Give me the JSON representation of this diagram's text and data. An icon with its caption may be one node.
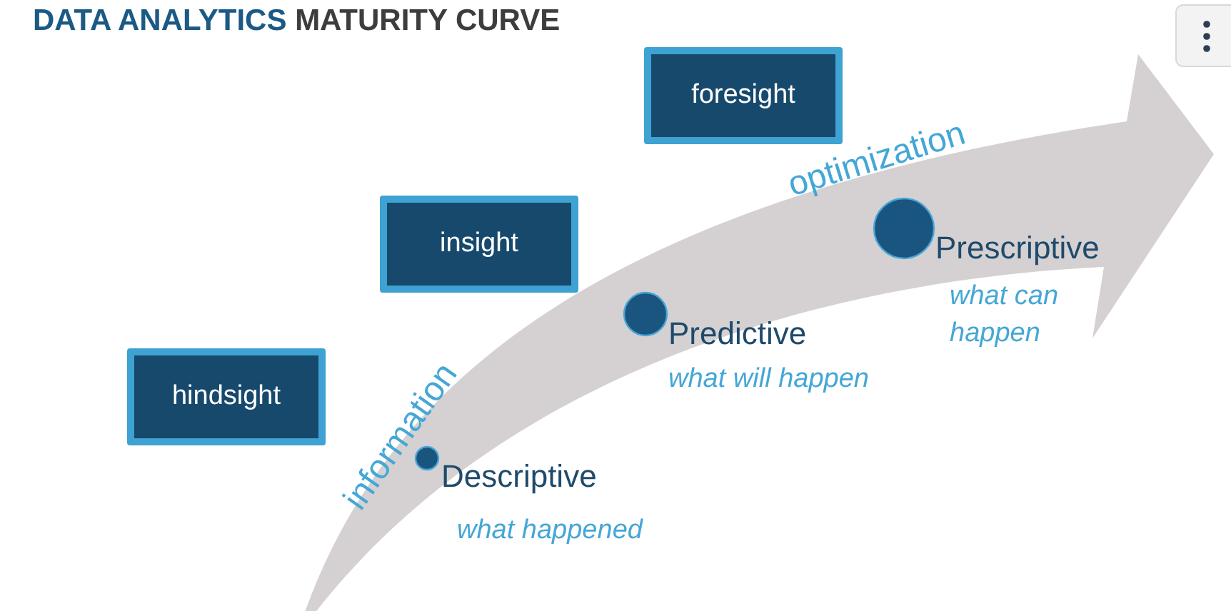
{
  "diagram": {
    "title": "DATA ANALYTICS MATURITY CURVE",
    "nodes": [
      {
        "text": [
          "hindsight"
        ]
      },
      {
        "text": [
          "insight"
        ]
      },
      {
        "text": [
          "foresight"
        ]
      },
      {
        "text": [],
        "shape": "circle",
        "beside": [
          "Descriptive",
          "what happened"
        ]
      },
      {
        "text": [],
        "shape": "circle",
        "beside": [
          "Predictive",
          "what will happen"
        ]
      },
      {
        "text": [],
        "shape": "circle",
        "beside": [
          "Prescriptive",
          "what can happen"
        ]
      }
    ],
    "labels": [
      "information",
      "optimization"
    ]
  }
}
